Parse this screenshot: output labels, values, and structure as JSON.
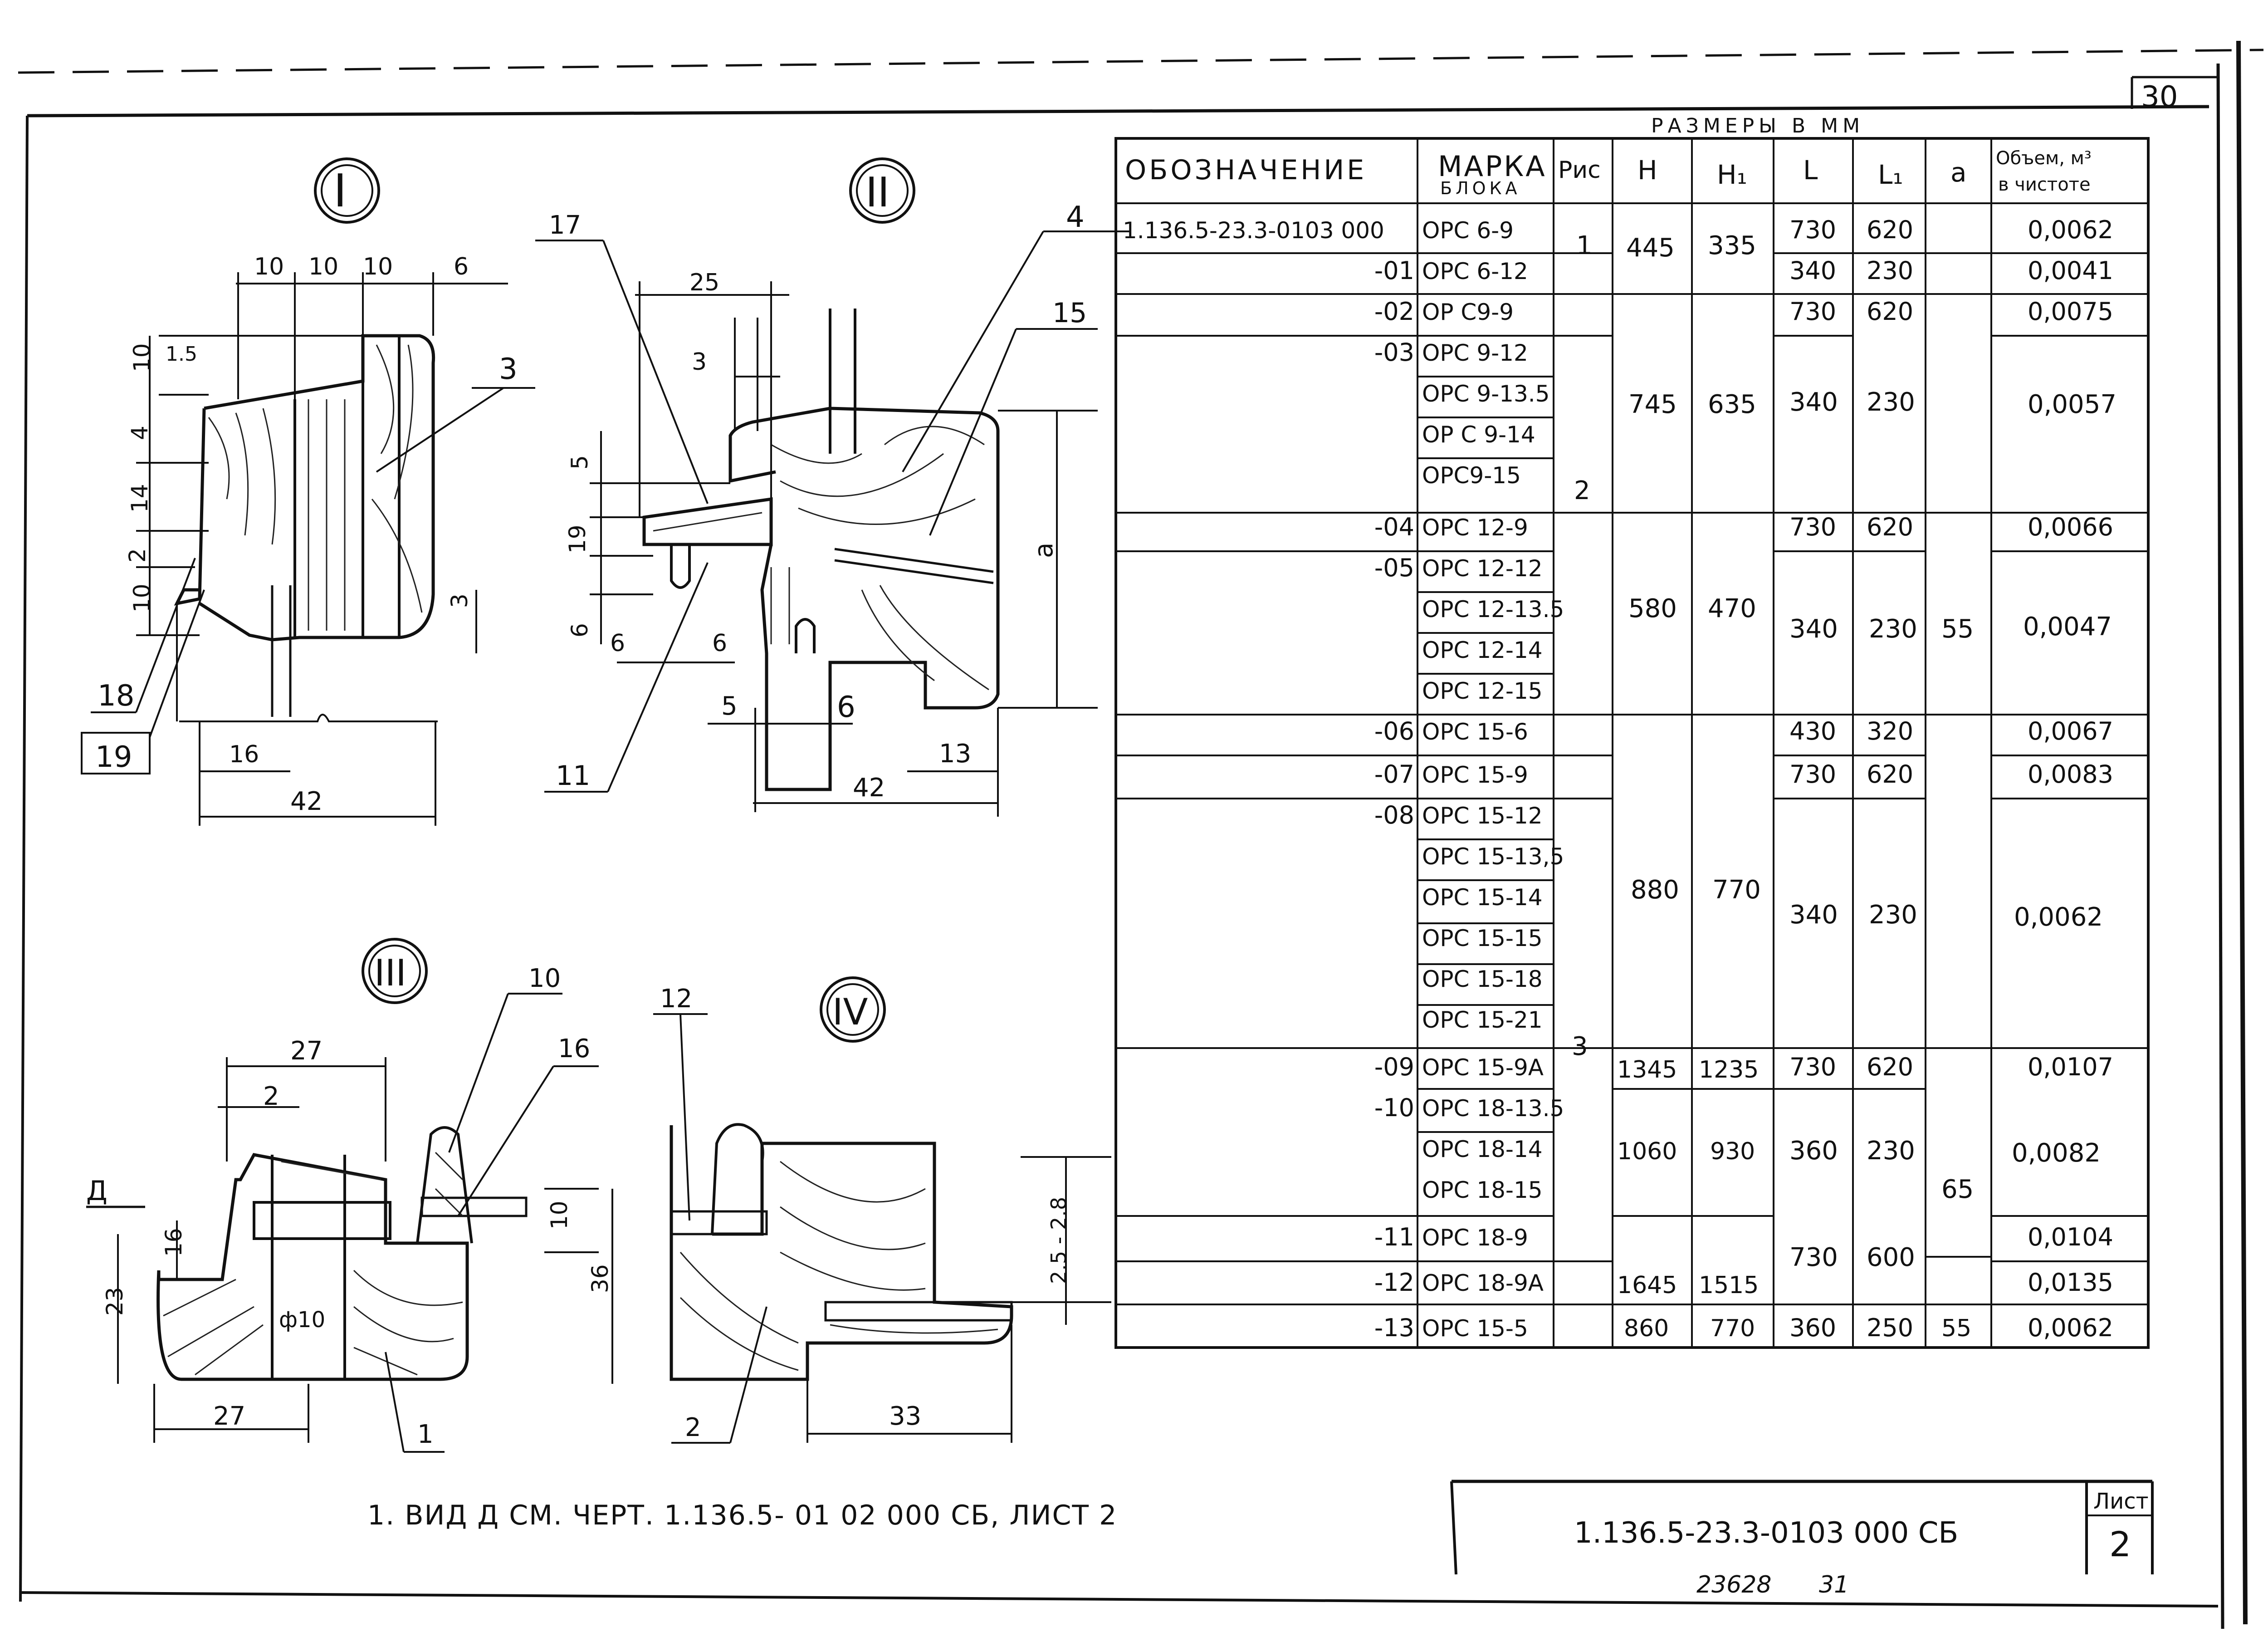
{
  "sheet_number_top": "30",
  "units_caption": "РАЗМЕРЫ В ММ",
  "table": {
    "headers": {
      "designation": "ОБОЗНАЧЕНИЕ",
      "mark": "МАРКА",
      "mark_sub": "БЛОКА",
      "fig": "Рис",
      "h": "H",
      "h1": "H₁",
      "l": "L",
      "l1": "L₁",
      "a": "a",
      "volume": "Объем, м³",
      "volume_sub": "в чистоте"
    },
    "rows": [
      {
        "designation": "1.136.5-23.3-0103 000",
        "mark": "ОРС 6-9",
        "l": "730",
        "l1": "620",
        "vol": "0,0062"
      },
      {
        "designation": "-01",
        "mark": "ОРС 6-12",
        "l": "340",
        "l1": "230",
        "vol": "0,0041"
      },
      {
        "designation": "-02",
        "mark": "ОР С9-9",
        "l": "730",
        "l1": "620",
        "vol": "0,0075"
      },
      {
        "designation": "-03",
        "mark": "ОРС 9-12",
        "l": "",
        "l1": "",
        "vol": ""
      },
      {
        "designation": "",
        "mark": "ОРС 9-13.5",
        "l": "",
        "l1": "",
        "vol": ""
      },
      {
        "designation": "",
        "mark": "ОР С 9-14",
        "l": "",
        "l1": "",
        "vol": ""
      },
      {
        "designation": "",
        "mark": "ОРС9-15",
        "l": "",
        "l1": "",
        "vol": ""
      },
      {
        "designation": "-04",
        "mark": "ОРС 12-9",
        "l": "730",
        "l1": "620",
        "vol": "0,0066"
      },
      {
        "designation": "-05",
        "mark": "ОРС 12-12",
        "l": "",
        "l1": "",
        "vol": ""
      },
      {
        "designation": "",
        "mark": "ОРС 12-13.5",
        "l": "",
        "l1": "",
        "vol": ""
      },
      {
        "designation": "",
        "mark": "ОРС 12-14",
        "l": "",
        "l1": "",
        "vol": ""
      },
      {
        "designation": "",
        "mark": "ОРС 12-15",
        "l": "",
        "l1": "",
        "vol": ""
      },
      {
        "designation": "-06",
        "mark": "ОРС 15-6",
        "l": "430",
        "l1": "320",
        "vol": "0,0067"
      },
      {
        "designation": "-07",
        "mark": "ОРС 15-9",
        "l": "730",
        "l1": "620",
        "vol": "0,0083"
      },
      {
        "designation": "-08",
        "mark": "ОРС 15-12",
        "l": "",
        "l1": "",
        "vol": ""
      },
      {
        "designation": "",
        "mark": "ОРС 15-13,5",
        "l": "",
        "l1": "",
        "vol": ""
      },
      {
        "designation": "",
        "mark": "ОРС 15-14",
        "l": "",
        "l1": "",
        "vol": ""
      },
      {
        "designation": "",
        "mark": "ОРС 15-15",
        "l": "",
        "l1": "",
        "vol": ""
      },
      {
        "designation": "",
        "mark": "ОРС 15-18",
        "l": "",
        "l1": "",
        "vol": ""
      },
      {
        "designation": "",
        "mark": "ОРС 15-21",
        "l": "",
        "l1": "",
        "vol": ""
      },
      {
        "designation": "-09",
        "mark": "ОРС 15-9А",
        "l": "730",
        "l1": "620",
        "vol": "0,0107"
      },
      {
        "designation": "-10",
        "mark": "ОРС 18-13.5",
        "l": "",
        "l1": "",
        "vol": ""
      },
      {
        "designation": "",
        "mark": "ОРС 18-14",
        "l": "",
        "l1": "",
        "vol": ""
      },
      {
        "designation": "",
        "mark": "ОРС 18-15",
        "l": "",
        "l1": "",
        "vol": ""
      },
      {
        "designation": "-11",
        "mark": "ОРС 18-9",
        "l": "",
        "l1": "",
        "vol": "0,0104"
      },
      {
        "designation": "-12",
        "mark": "ОРС 18-9А",
        "l": "",
        "l1": "",
        "vol": "0,0135"
      },
      {
        "designation": "-13",
        "mark": "ОРС 15-5",
        "l": "360",
        "l1": "250",
        "vol": "0,0062"
      }
    ],
    "merged": {
      "fig1": "1",
      "fig2": "2",
      "fig3": "3",
      "h_6": "445",
      "h1_6": "335",
      "h_9": "745",
      "h1_9": "635",
      "l_9": "340",
      "l1_9": "230",
      "vol_9": "0,0057",
      "h_12": "580",
      "h1_12": "470",
      "l_12": "340",
      "l1_12": "230",
      "vol_12": "0,0047",
      "h_15": "880",
      "h1_15": "770",
      "l_15": "340",
      "l1_15": "230",
      "vol_15": "0,0062",
      "h_9a": "1345",
      "h1_9a": "1235",
      "h_18": "1060",
      "h1_18": "930",
      "l_18": "360",
      "l1_18": "230",
      "vol_18": "0,0082",
      "l_18b": "730",
      "l1_18b": "600",
      "h_18a": "1645",
      "h1_18a": "1515",
      "h_13": "860",
      "h1_13": "770",
      "a_55": "55",
      "a_65": "65",
      "a_55b": "55"
    }
  },
  "views": {
    "v1": "I",
    "v2": "II",
    "v3": "III",
    "v4": "IV"
  },
  "dims": {
    "v1": {
      "d10a": "10",
      "d10b": "10",
      "d10c": "10",
      "d6": "6",
      "d10v": "10",
      "d15": "1.5",
      "d4": "4",
      "d14": "14",
      "d2": "2",
      "d10l": "10",
      "d3": "3",
      "d16": "16",
      "d42": "42",
      "l3": "3",
      "l18": "18",
      "l19": "19"
    },
    "v2": {
      "d25": "25",
      "d3": "3",
      "d5": "5",
      "d19": "19",
      "d6v": "6",
      "d6a": "6",
      "d6b": "6",
      "d5b": "5",
      "d6c": "6",
      "d13": "13",
      "d42": "42",
      "da": "a",
      "l17": "17",
      "l4": "4",
      "l15": "15",
      "l11": "11"
    },
    "v3": {
      "d27": "27",
      "d2": "2",
      "d16": "16",
      "d23": "23",
      "d10": "10",
      "d36": "36",
      "phi": "ф10",
      "d27b": "27",
      "l10": "10",
      "l16": "16",
      "l1": "1",
      "arrow": "Д"
    },
    "v4": {
      "d25": "2.5 - 2.8",
      "d33": "33",
      "l12": "12",
      "l2": "2"
    }
  },
  "note": "1. ВИД Д СМ. ЧЕРТ. 1.136.5-      01 02 000 СБ, ЛИСТ 2",
  "stamp": {
    "code": "1.136.5-23.3-0103 000 СБ",
    "sheet_label": "Лист",
    "sheet_number": "2"
  },
  "footer": {
    "inventory": "23628",
    "page": "31"
  }
}
